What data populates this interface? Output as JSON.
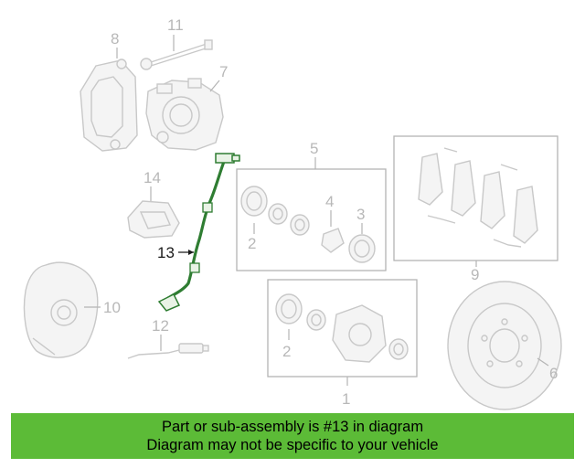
{
  "callouts": {
    "c1": "1",
    "c2a": "2",
    "c2b": "2",
    "c3": "3",
    "c4": "4",
    "c5": "5",
    "c6": "6",
    "c7": "7",
    "c8": "8",
    "c9": "9",
    "c10": "10",
    "c11": "11",
    "c12": "12",
    "c13": "13",
    "c14": "14"
  },
  "banner": {
    "line1": "Part or sub-assembly is #13 in diagram",
    "line2": "Diagram may not be specific to your vehicle"
  },
  "colors": {
    "highlight": "#2f7d32",
    "banner": "#5cbb37",
    "outline": "#c8c8c8"
  }
}
